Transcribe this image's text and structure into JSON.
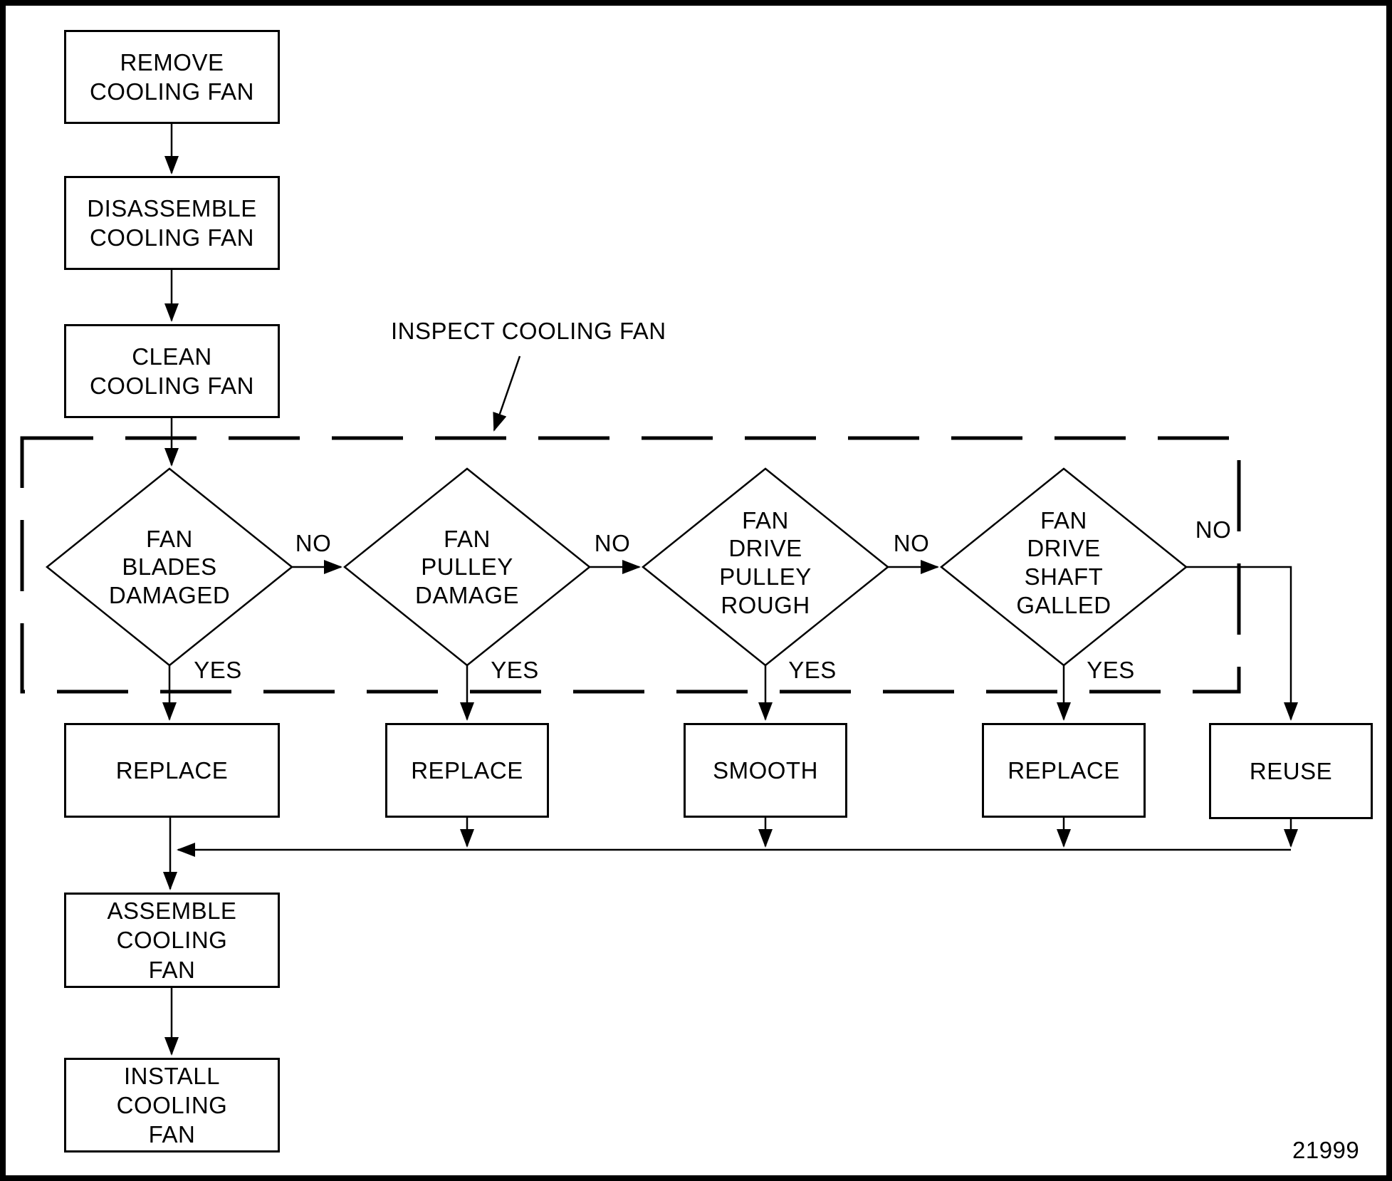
{
  "diagram": {
    "section_label": "INSPECT COOLING FAN",
    "figure_number": "21999"
  },
  "process_boxes": [
    {
      "label": "REMOVE\nCOOLING FAN"
    },
    {
      "label": "DISASSEMBLE\nCOOLING FAN"
    },
    {
      "label": "CLEAN\nCOOLING FAN"
    },
    {
      "label": "REPLACE"
    },
    {
      "label": "REPLACE"
    },
    {
      "label": "SMOOTH"
    },
    {
      "label": "REPLACE"
    },
    {
      "label": "REUSE"
    },
    {
      "label": "ASSEMBLE\nCOOLING\nFAN"
    },
    {
      "label": "INSTALL\nCOOLING\nFAN"
    }
  ],
  "decisions": [
    {
      "label": "FAN\nBLADES\nDAMAGED",
      "no_label": "NO",
      "yes_label": "YES"
    },
    {
      "label": "FAN\nPULLEY\nDAMAGE",
      "no_label": "NO",
      "yes_label": "YES"
    },
    {
      "label": "FAN\nDRIVE\nPULLEY\nROUGH",
      "no_label": "NO",
      "yes_label": "YES"
    },
    {
      "label": "FAN\nDRIVE\nSHAFT\nGALLED",
      "no_label": "NO",
      "yes_label": "YES"
    }
  ]
}
